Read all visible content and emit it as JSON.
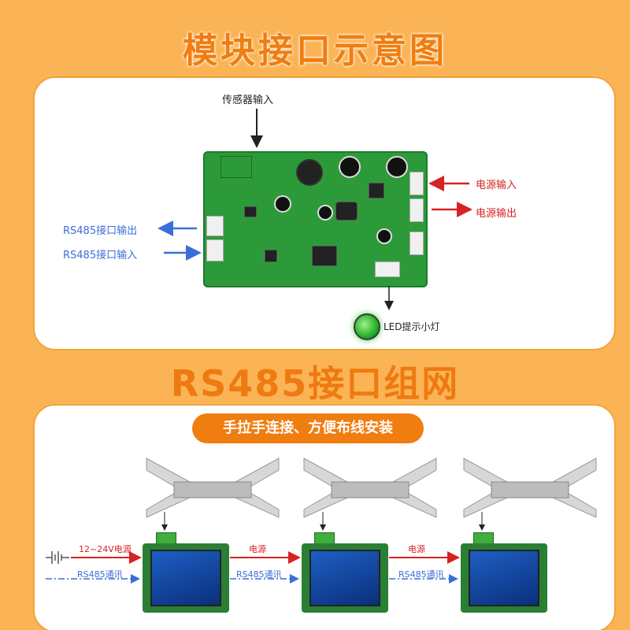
{
  "section1": {
    "title": "模块接口示意图"
  },
  "module": {
    "sensor_input_label": "传感器输入",
    "power_input_label": "电源输入",
    "power_output_label": "电源输出",
    "rs485_output_label": "RS485接口输出",
    "rs485_input_label": "RS485接口输入",
    "led_label": "LED提示小灯"
  },
  "section2": {
    "title": "RS485接口组网",
    "banner": "手拉手连接、方便布线安装"
  },
  "network": {
    "power_supply_label": "12~24V电源",
    "power_label_1": "电源",
    "power_label_2": "电源",
    "comm_label_1": "RS485通讯",
    "comm_label_2": "RS485通讯",
    "comm_label_3": "RS485通讯"
  },
  "colors": {
    "accent": "#f07d10",
    "background": "#fbb455",
    "red_arrow": "#d62222",
    "blue_arrow": "#3a6fd8"
  }
}
